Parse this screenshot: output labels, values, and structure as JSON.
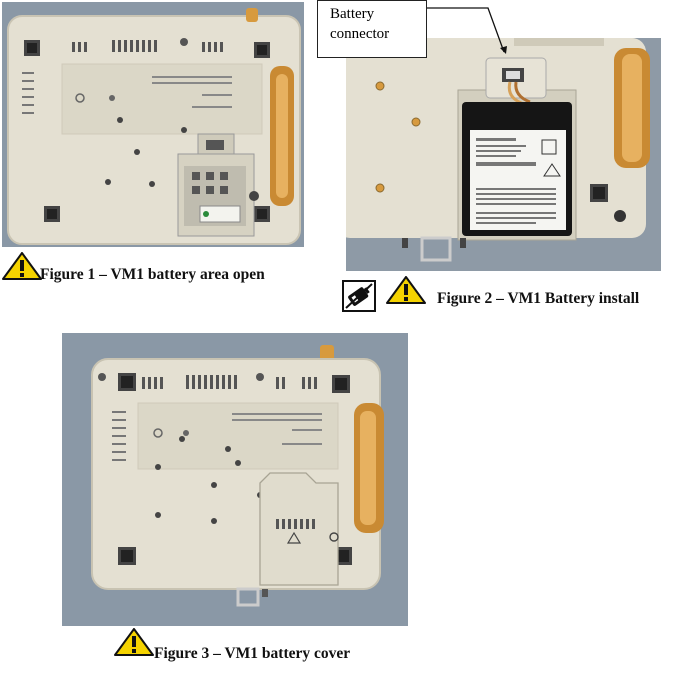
{
  "figures": {
    "fig1": {
      "caption": "Figure 1 – VM1 battery area open"
    },
    "fig2": {
      "caption": "Figure 2 – VM1 Battery install",
      "callout_line1": "Battery",
      "callout_line2": "connector"
    },
    "fig3": {
      "caption": "Figure 3 – VM1 battery cover"
    }
  },
  "icons": {
    "warning": "warning-triangle-icon",
    "battery_tool": "battery-disposal-icon"
  },
  "colors": {
    "device_body": "#e4e0d2",
    "photo_bg": "#8e9aa6",
    "handle": "#d79a3e",
    "warning_yellow": "#f5d300"
  }
}
